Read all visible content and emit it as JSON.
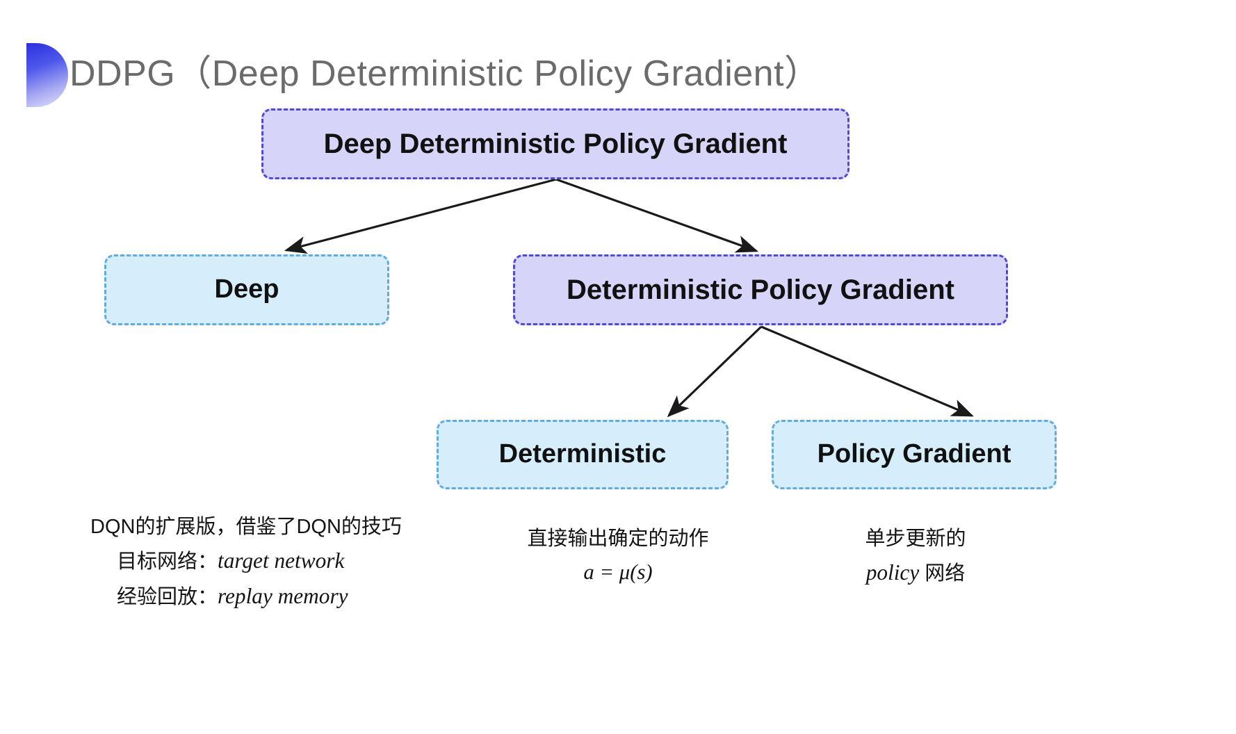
{
  "slide": {
    "title": "DDPG（Deep Deterministic Policy Gradient）",
    "title_color": "#6b6b6b",
    "background": "#ffffff",
    "decor_icon": "half-circle-gradient"
  },
  "palette": {
    "purple_fill": "#d6d4f8",
    "purple_border": "#5048d8",
    "blue_fill": "#d6eefb",
    "blue_border": "#63abdf",
    "arrow_color": "#1a1a1a",
    "text_color": "#141414"
  },
  "diagram": {
    "type": "tree",
    "nodes": [
      {
        "id": "root",
        "label": "Deep Deterministic Policy Gradient",
        "style": "purple"
      },
      {
        "id": "deep",
        "label": "Deep",
        "style": "blue"
      },
      {
        "id": "dpg",
        "label": "Deterministic Policy Gradient",
        "style": "purple"
      },
      {
        "id": "det",
        "label": "Deterministic",
        "style": "blue"
      },
      {
        "id": "pg",
        "label": "Policy Gradient",
        "style": "blue"
      }
    ],
    "edges": [
      {
        "from": "root",
        "to": "deep"
      },
      {
        "from": "root",
        "to": "dpg"
      },
      {
        "from": "dpg",
        "to": "det"
      },
      {
        "from": "dpg",
        "to": "pg"
      }
    ]
  },
  "captions": {
    "deep": {
      "line1": "DQN的扩展版，借鉴了DQN的技巧",
      "line2_label": "目标网络：",
      "line2_term": "target network",
      "line3_label": "经验回放：",
      "line3_term": "replay memory"
    },
    "deterministic": {
      "line1": "直接输出确定的动作",
      "formula": "a = μ(s)"
    },
    "policy_gradient": {
      "line1": "单步更新的",
      "line2_term": "policy",
      "line2_suffix": " 网络"
    }
  }
}
